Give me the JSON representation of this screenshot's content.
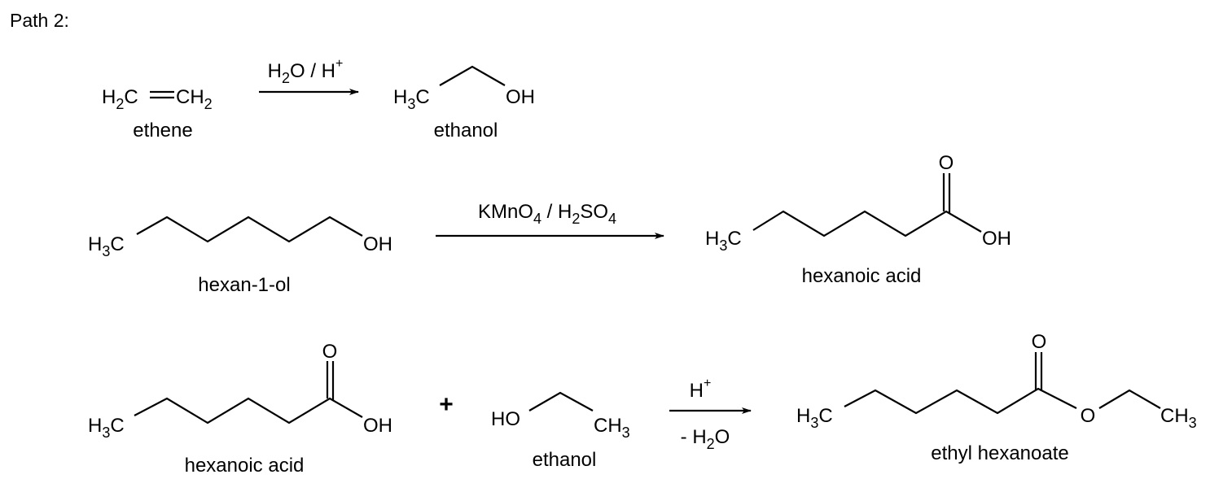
{
  "title": "Path 2:",
  "reaction1": {
    "reactant": {
      "left": "H2C",
      "right": "CH2",
      "name": "ethene"
    },
    "conditions": "H2O / H+",
    "product": {
      "left": "H3C",
      "right": "OH",
      "name": "ethanol"
    }
  },
  "reaction2": {
    "reactant": {
      "left": "H3C",
      "right": "OH",
      "name": "hexan-1-ol"
    },
    "conditions": "KMnO4 / H2SO4",
    "product": {
      "left": "H3C",
      "right": "OH",
      "carbonyl": "O",
      "name": "hexanoic acid"
    }
  },
  "reaction3": {
    "reactant1": {
      "left": "H3C",
      "right": "OH",
      "carbonyl": "O",
      "name": "hexanoic acid"
    },
    "plus": "+",
    "reactant2": {
      "left": "HO",
      "right": "CH3",
      "name": "ethanol"
    },
    "conditions_top": "H+",
    "conditions_bottom": "- H2O",
    "product": {
      "left": "H3C",
      "ester_o": "O",
      "right": "CH3",
      "carbonyl": "O",
      "name": "ethyl hexanoate"
    }
  }
}
